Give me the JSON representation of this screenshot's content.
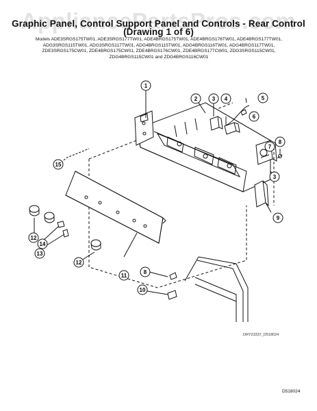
{
  "watermark": "AppliancePartsPros.com",
  "title_line1": "Graphic Panel, Control Support Panel and Controls - Rear Control",
  "title_line2": "(Drawing 1 of 6)",
  "models": [
    "Models ADE3SRGS175TW01, ADE3SRGS177TW01, ADE4BRGS175TW01, ADE4BRGS176TW01, ADE4BRGS177TW01,",
    "ADG3SRGS115TW01, ADG3SRGS117TW01, ADG4BRGS115TW01, ADG4BRGS116TW01, ADG4BRGS117TW01,",
    "ZDE3SRGS175CW01, ZDE4BRGS175CW01, ZDE4BRGS176CW01, ZDE4BRGS177CW01, ZDG3SRGS115CW01,",
    "ZDG4BRGS115CW01 and ZDG4BRGS116CW01"
  ],
  "drawing_code": "DRY23337_D518024",
  "page_code": "D518024",
  "callouts": [
    "1",
    "2",
    "3",
    "4",
    "5",
    "6",
    "7",
    "8",
    "9",
    "10",
    "11",
    "12",
    "13",
    "14",
    "15"
  ]
}
